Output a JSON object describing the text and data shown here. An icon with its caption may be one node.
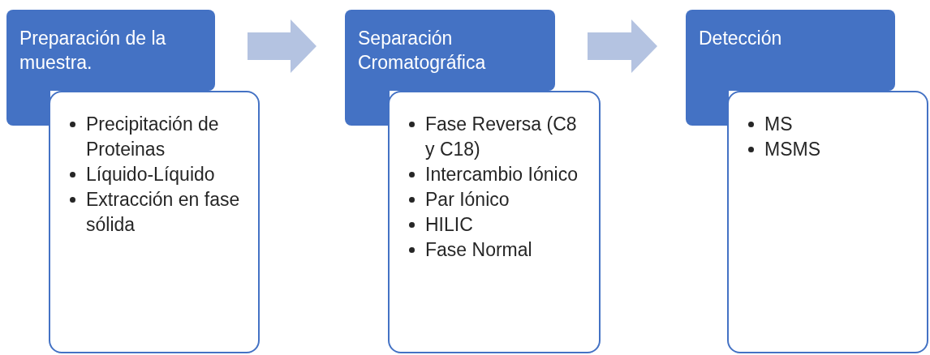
{
  "diagram": {
    "nodes": [
      {
        "text": [
          "Preparación de la muestra."
        ]
      },
      {
        "text": [
          "Precipitación de Proteinas",
          "Líquido-Líquido",
          "Extracción en fase sólida"
        ]
      },
      {
        "text": [
          "Separación Cromatográfica"
        ]
      },
      {
        "text": [
          "Fase Reversa (C8 y C18)",
          "Intercambio Iónico",
          "Par Iónico",
          "HILIC",
          "Fase Normal"
        ]
      },
      {
        "text": [
          "Detección"
        ]
      },
      {
        "text": [
          "MS",
          "MSMS"
        ]
      }
    ],
    "edges": [
      {
        "from": 0,
        "to": 2,
        "arrow": "to",
        "style": "thick",
        "color": "#b4c3e1"
      },
      {
        "from": 2,
        "to": 4,
        "arrow": "to",
        "style": "thick",
        "color": "#b4c3e1"
      }
    ]
  }
}
